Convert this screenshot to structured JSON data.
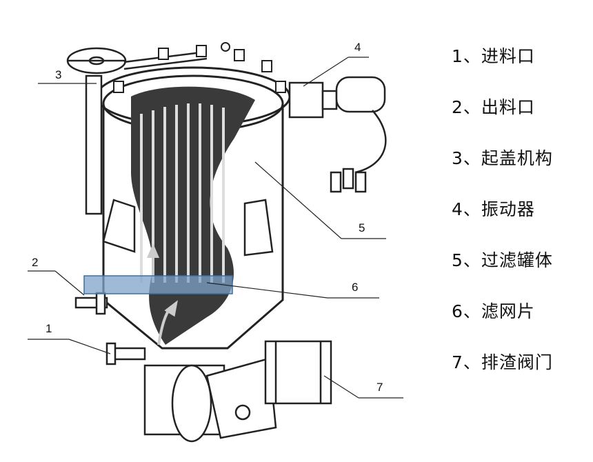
{
  "callouts": [
    "1",
    "2",
    "3",
    "4",
    "5",
    "6",
    "7"
  ],
  "legend": [
    "1、进料口",
    "2、出料口",
    "3、起盖机构",
    "4、振动器",
    "5、过滤罐体",
    "6、滤网片",
    "7、排渣阀门"
  ],
  "colors": {
    "line": "#222222",
    "dark": "#3a3a3a",
    "highlight": "#7fa3c8",
    "highlight_edge": "#3d6fa3"
  }
}
